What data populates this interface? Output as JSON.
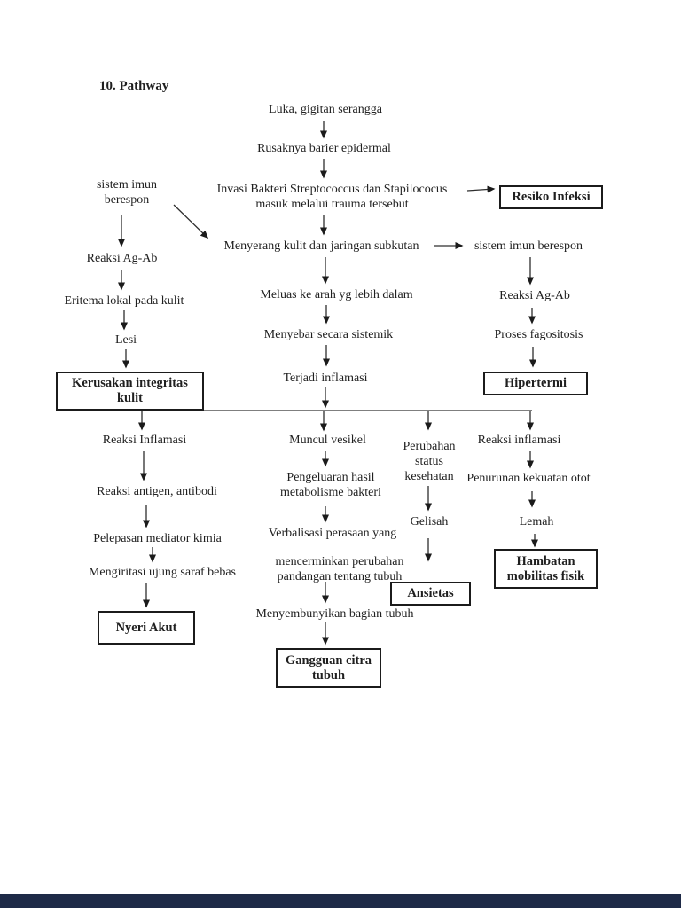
{
  "page": {
    "title": "10. Pathway"
  },
  "colors": {
    "text": "#1f1f1f",
    "line": "#2e2e2e",
    "bottom_bar": "#1e2a47",
    "page_bg": "#ffffff"
  },
  "nodes": {
    "luka": {
      "text": "Luka, gigitan serangga"
    },
    "rusaknya": {
      "text": "Rusaknya barier epidermal"
    },
    "invasi": {
      "text": "Invasi Bakteri Streptococcus dan Stapilococus\nmasuk melalui trauma tersebut"
    },
    "sistem_imun_kiri": {
      "text": "sistem imun\nberespon"
    },
    "reaksi_ag_ab_kiri": {
      "text": "Reaksi Ag-Ab"
    },
    "eritema": {
      "text": "Eritema lokal pada kulit"
    },
    "lesi": {
      "text": "Lesi"
    },
    "menyerang": {
      "text": "Menyerang kulit dan jaringan subkutan"
    },
    "sistem_imun_kanan": {
      "text": "sistem imun berespon"
    },
    "meluas": {
      "text": "Meluas ke arah yg lebih dalam"
    },
    "menyebar": {
      "text": "Menyebar secara sistemik"
    },
    "terjadi": {
      "text": "Terjadi inflamasi"
    },
    "reaksi_ag_ab_kanan": {
      "text": "Reaksi Ag-Ab"
    },
    "proses_fagositosis": {
      "text": "Proses fagositosis"
    },
    "reaksi_inflamasi_kiri": {
      "text": "Reaksi Inflamasi"
    },
    "reaksi_antigen": {
      "text": "Reaksi antigen, antibodi"
    },
    "pelepasan": {
      "text": "Pelepasan mediator kimia"
    },
    "mengiritasi": {
      "text": "Mengiritasi ujung saraf bebas"
    },
    "muncul_vesikel": {
      "text": "Muncul vesikel"
    },
    "pengeluaran": {
      "text": "Pengeluaran hasil\nmetabolisme bakteri"
    },
    "verbalisasi": {
      "text": "Verbalisasi perasaan yang"
    },
    "mencerminkan": {
      "text": "mencerminkan perubahan\npandangan tentang tubuh"
    },
    "menyembunyikan": {
      "text": "Menyembunyikan bagian tubuh"
    },
    "perubahan_status": {
      "text": "Perubahan\nstatus\nkesehatan"
    },
    "gelisah": {
      "text": "Gelisah"
    },
    "reaksi_inflamasi_kanan": {
      "text": "Reaksi inflamasi"
    },
    "penurunan": {
      "text": "Penurunan kekuatan otot"
    },
    "lemah": {
      "text": "Lemah"
    }
  },
  "diagnosis_boxes": {
    "resiko_infeksi": {
      "text": "Resiko Infeksi"
    },
    "kerusakan_integritas": {
      "text": "Kerusakan integritas\nkulit"
    },
    "hipertermi": {
      "text": "Hipertermi"
    },
    "nyeri_akut": {
      "text": "Nyeri Akut"
    },
    "gangguan_citra": {
      "text": "Gangguan citra\ntubuh"
    },
    "ansietas": {
      "text": "Ansietas"
    },
    "hambatan_mobilitas": {
      "text": "Hambatan\nmobilitas fisik"
    }
  }
}
